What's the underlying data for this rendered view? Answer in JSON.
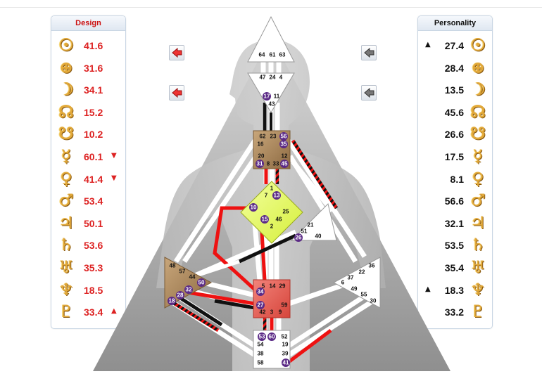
{
  "design": {
    "title": "Design",
    "rows": [
      {
        "icon": "sun-icon",
        "glyph": "☉",
        "value": "41.6",
        "mark": ""
      },
      {
        "icon": "earth-icon",
        "glyph": "⊕",
        "value": "31.6",
        "mark": ""
      },
      {
        "icon": "moon-icon",
        "glyph": "☽",
        "value": "34.1",
        "mark": ""
      },
      {
        "icon": "north-node-icon",
        "glyph": "☊",
        "value": "15.2",
        "mark": ""
      },
      {
        "icon": "south-node-icon",
        "glyph": "☋",
        "value": "10.2",
        "mark": ""
      },
      {
        "icon": "mercury-icon",
        "glyph": "☿",
        "value": "60.1",
        "mark": "▼"
      },
      {
        "icon": "venus-icon",
        "glyph": "♀",
        "value": "41.4",
        "mark": "▼"
      },
      {
        "icon": "mars-icon",
        "glyph": "♂",
        "value": "53.4",
        "mark": ""
      },
      {
        "icon": "jupiter-icon",
        "glyph": "♃",
        "value": "50.1",
        "mark": ""
      },
      {
        "icon": "saturn-icon",
        "glyph": "♄",
        "value": "53.6",
        "mark": ""
      },
      {
        "icon": "uranus-icon",
        "glyph": "♅",
        "value": "35.3",
        "mark": ""
      },
      {
        "icon": "neptune-icon",
        "glyph": "♆",
        "value": "18.5",
        "mark": ""
      },
      {
        "icon": "pluto-icon",
        "glyph": "♇",
        "value": "33.4",
        "mark": "▲"
      }
    ]
  },
  "personality": {
    "title": "Personality",
    "rows": [
      {
        "icon": "sun-icon",
        "glyph": "☉",
        "value": "27.4",
        "mark": "▲"
      },
      {
        "icon": "earth-icon",
        "glyph": "⊕",
        "value": "28.4",
        "mark": ""
      },
      {
        "icon": "moon-icon",
        "glyph": "☽",
        "value": "13.5",
        "mark": ""
      },
      {
        "icon": "north-node-icon",
        "glyph": "☊",
        "value": "45.6",
        "mark": ""
      },
      {
        "icon": "south-node-icon",
        "glyph": "☋",
        "value": "26.6",
        "mark": ""
      },
      {
        "icon": "mercury-icon",
        "glyph": "☿",
        "value": "17.5",
        "mark": ""
      },
      {
        "icon": "venus-icon",
        "glyph": "♀",
        "value": "8.1",
        "mark": ""
      },
      {
        "icon": "mars-icon",
        "glyph": "♂",
        "value": "56.6",
        "mark": ""
      },
      {
        "icon": "jupiter-icon",
        "glyph": "♃",
        "value": "32.1",
        "mark": ""
      },
      {
        "icon": "saturn-icon",
        "glyph": "♄",
        "value": "53.5",
        "mark": ""
      },
      {
        "icon": "uranus-icon",
        "glyph": "♅",
        "value": "35.4",
        "mark": ""
      },
      {
        "icon": "neptune-icon",
        "glyph": "♆",
        "value": "18.3",
        "mark": "▲"
      },
      {
        "icon": "pluto-icon",
        "glyph": "♇",
        "value": "33.2",
        "mark": ""
      }
    ]
  },
  "colors": {
    "design_red": "#dd2222",
    "personality_black": "#111111",
    "gold": "#e2a93a",
    "defined_brown": "#a98a62",
    "defined_yellow": "#e6ff66",
    "defined_red": "#e65a4f",
    "gate_purple": "#5b2a86",
    "body_gray": "#9a9a9a"
  },
  "bodygraph": {
    "head_gates": [
      "64",
      "61",
      "63"
    ],
    "ajna_gates_top": [
      "47",
      "24",
      "4"
    ],
    "ajna_gate_17": "17",
    "ajna_gate_11": "11",
    "ajna_gate_43": "43",
    "throat": {
      "g62": "62",
      "g23": "23",
      "g56": "56",
      "g16": "16",
      "g35": "35",
      "g20": "20",
      "g12": "12",
      "g31": "31",
      "g8": "8",
      "g33": "33",
      "g45": "45"
    },
    "g_center": {
      "g1": "1",
      "g7": "7",
      "g13": "13",
      "g10": "10",
      "g25": "25",
      "g15": "15",
      "g46": "46",
      "g2": "2"
    },
    "heart": {
      "g21": "21",
      "g51": "51",
      "g26": "26",
      "g40": "40"
    },
    "spleen": {
      "g48": "48",
      "g57": "57",
      "g44": "44",
      "g50": "50",
      "g32": "32",
      "g28": "28",
      "g18": "18"
    },
    "sacral": {
      "g5": "5",
      "g14": "14",
      "g29": "29",
      "g34": "34",
      "g27": "27",
      "g59": "59",
      "g42": "42",
      "g3": "3",
      "g9": "9"
    },
    "solar_plexus": {
      "g36": "36",
      "g22": "22",
      "g37": "37",
      "g6": "6",
      "g49": "49",
      "g55": "55",
      "g30": "30"
    },
    "root": {
      "g53": "53",
      "g60": "60",
      "g52": "52",
      "g54": "54",
      "g19": "19",
      "g38": "38",
      "g39": "39",
      "g58": "58",
      "g41": "41"
    }
  }
}
